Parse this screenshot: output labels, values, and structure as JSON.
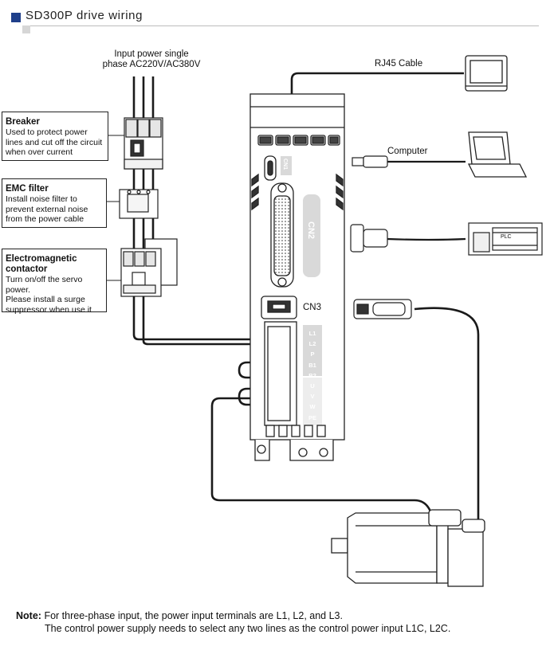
{
  "header": {
    "title": "SD300P drive wiring"
  },
  "power_input": {
    "line1": "Input power single",
    "line2": "phase AC220V/AC380V"
  },
  "breaker": {
    "title": "Breaker",
    "line1": "Used to protect power",
    "line2": "lines and cut off the circuit",
    "line3": "when over current"
  },
  "emc_filter": {
    "title": "EMC filter",
    "line1": "Install noise filter to",
    "line2": "prevent external noise",
    "line3": "from the power cable"
  },
  "contactor": {
    "title_line1": "Electromagnetic",
    "title_line2": "contactor",
    "line1": "Turn on/off the servo power.",
    "line2": "Please install a surge",
    "line3": "suppressor when use it"
  },
  "peripherals": {
    "rj45": "RJ45 Cable",
    "computer": "Computer",
    "plc": "PLC"
  },
  "drive": {
    "cn1": "CN1",
    "cn2": "CN2",
    "cn3": "CN3",
    "terminals": [
      "L1",
      "L2",
      "P",
      "B1",
      "B2",
      "U",
      "V",
      "W",
      "PE"
    ]
  },
  "note": {
    "key": "Note:",
    "line1": "For three-phase input, the power input terminals are L1, L2, and L3.",
    "line2": "The control power supply needs to select any two lines as the control power input L1C, L2C."
  },
  "colors": {
    "header_square": "#1f3f8a",
    "wire": "#1a1a1a",
    "drive_body": "#ffffff",
    "terminal_label_bg": "#d9d9d9"
  }
}
